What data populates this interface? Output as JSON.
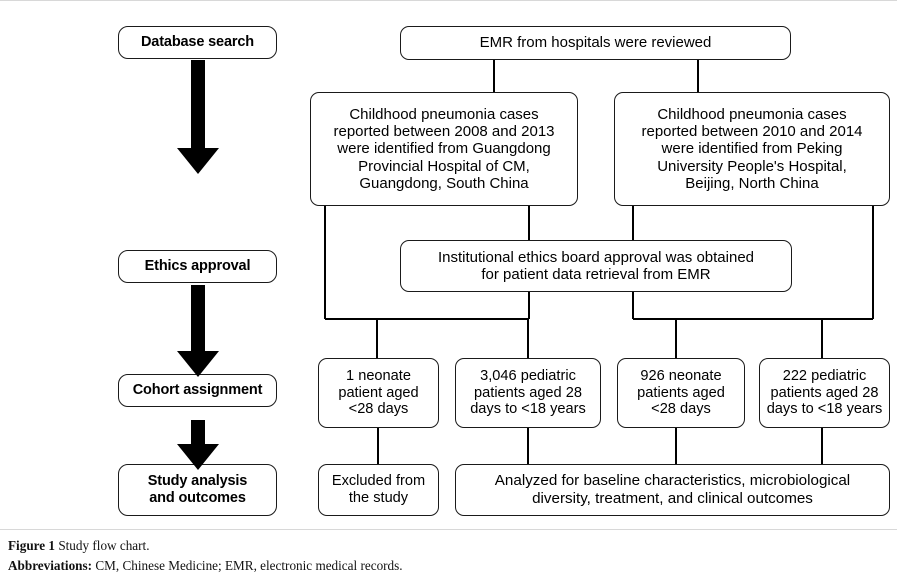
{
  "figure": {
    "caption_label": "Figure 1",
    "caption_text": " Study flow chart.",
    "abbrev_label": "Abbreviations:",
    "abbrev_text": " CM, Chinese Medicine; EMR, electronic medical records."
  },
  "colors": {
    "background": "#ffffff",
    "box_border": "#1a1a1a",
    "connector": "#000000",
    "arrow": "#000000",
    "text": "#000000"
  },
  "stages": [
    {
      "id": "database-search",
      "label": "Database search"
    },
    {
      "id": "ethics-approval",
      "label": "Ethics approval"
    },
    {
      "id": "cohort-assignment",
      "label": "Cohort assignment"
    },
    {
      "id": "study-analysis",
      "label": "Study analysis\nand outcomes"
    }
  ],
  "flow": {
    "source": {
      "id": "emr-review",
      "label": "EMR from hospitals were reviewed"
    },
    "hospitals": [
      {
        "id": "guangdong-hospital",
        "label": "Childhood pneumonia cases\nreported between 2008 and 2013\nwere identified from Guangdong\nProvincial Hospital of CM,\nGuangdong, South China"
      },
      {
        "id": "peking-hospital",
        "label": "Childhood pneumonia cases\nreported between 2010 and 2014\nwere identified from Peking\nUniversity People's Hospital,\nBeijing, North China"
      }
    ],
    "ethics": {
      "id": "ethics-board-approval",
      "label": "Institutional ethics board approval was obtained\nfor patient data retrieval from EMR"
    },
    "cohorts": [
      {
        "id": "cohort-neonate-guangdong",
        "label": "1 neonate\npatient aged\n<28 days"
      },
      {
        "id": "cohort-pediatric-guangdong",
        "label": "3,046 pediatric\npatients aged 28\ndays to <18 years"
      },
      {
        "id": "cohort-neonate-peking",
        "label": "926 neonate\npatients aged\n<28 days"
      },
      {
        "id": "cohort-pediatric-peking",
        "label": "222 pediatric\npatients aged 28\ndays to <18 years"
      }
    ],
    "outcomes": [
      {
        "id": "excluded",
        "label": "Excluded from\nthe study"
      },
      {
        "id": "analyzed",
        "label": "Analyzed for baseline characteristics, microbiological\ndiversity, treatment, and clinical outcomes"
      }
    ]
  }
}
